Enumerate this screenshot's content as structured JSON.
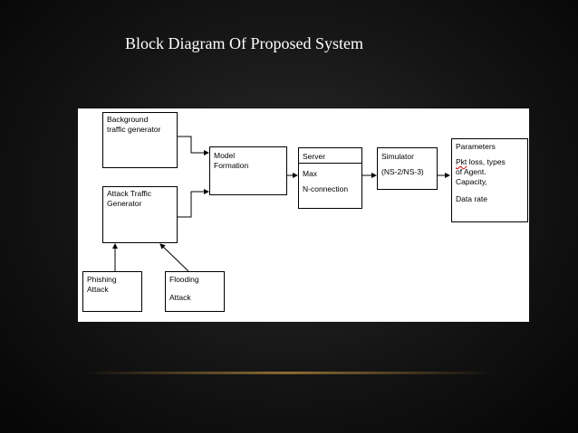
{
  "slide": {
    "title": "Block Diagram Of Proposed System"
  },
  "diagram": {
    "nodes": {
      "background": {
        "line1": "Background",
        "line2": "traffic generator"
      },
      "attack": {
        "line1": "Attack Traffic",
        "line2": "Generator"
      },
      "phishing": {
        "line1": "Phishing",
        "line2": "Attack"
      },
      "flooding": {
        "line1": "Flooding",
        "line2": "Attack"
      },
      "model": {
        "line1": "Model",
        "line2": "Formation"
      },
      "server": {
        "line1": "Server",
        "line2": "Max",
        "line3": "N-connection"
      },
      "simulator": {
        "line1": "Simulator",
        "line2": "(NS-2/NS-3)"
      },
      "parameters": {
        "line1": "Parameters",
        "line2_word": "Pkt",
        "line2_rest": " loss, types",
        "line3": "of Agent.",
        "line4": "Capacity,",
        "line5": "Data rate"
      }
    }
  }
}
